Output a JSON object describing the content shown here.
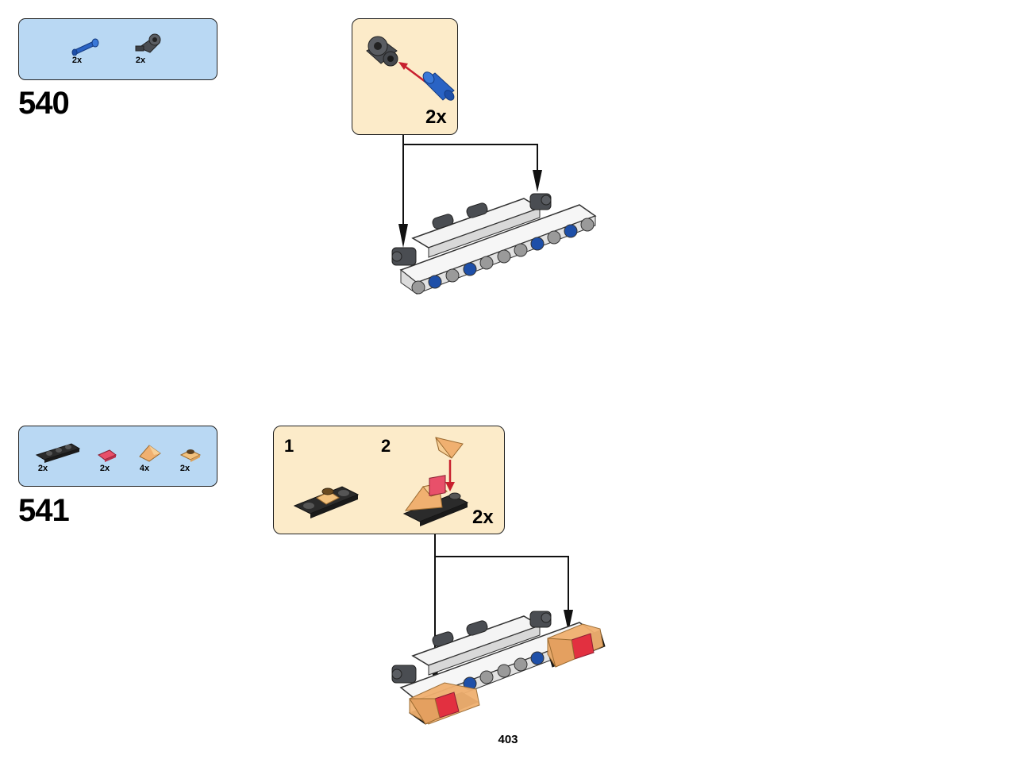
{
  "page": {
    "number": "403"
  },
  "steps": [
    {
      "number": "540",
      "parts": [
        {
          "name": "blue-axle-pin",
          "qty": "2x",
          "color": "#2a63c4"
        },
        {
          "name": "dark-gray-connector",
          "qty": "2x",
          "color": "#4a4d52"
        }
      ],
      "callout": {
        "multiplier": "2x"
      }
    },
    {
      "number": "541",
      "parts": [
        {
          "name": "black-plate-1x3",
          "qty": "2x",
          "color": "#2b2b2b"
        },
        {
          "name": "trans-red-tile",
          "qty": "2x",
          "color": "#e8506a"
        },
        {
          "name": "trans-orange-slope",
          "qty": "4x",
          "color": "#f0b070"
        },
        {
          "name": "trans-orange-round-plate",
          "qty": "2x",
          "color": "#f3c27e"
        }
      ],
      "callout": {
        "sub_step_1": "1",
        "sub_step_2": "2",
        "multiplier": "2x"
      }
    }
  ],
  "colors": {
    "parts_box": "#b9d8f3",
    "callout": "#fcebc9",
    "arrow_red": "#c8202e",
    "beam_white": "#f4f4f4",
    "pin_gray": "#9a9a9a",
    "pin_blue": "#1e4fa8"
  }
}
